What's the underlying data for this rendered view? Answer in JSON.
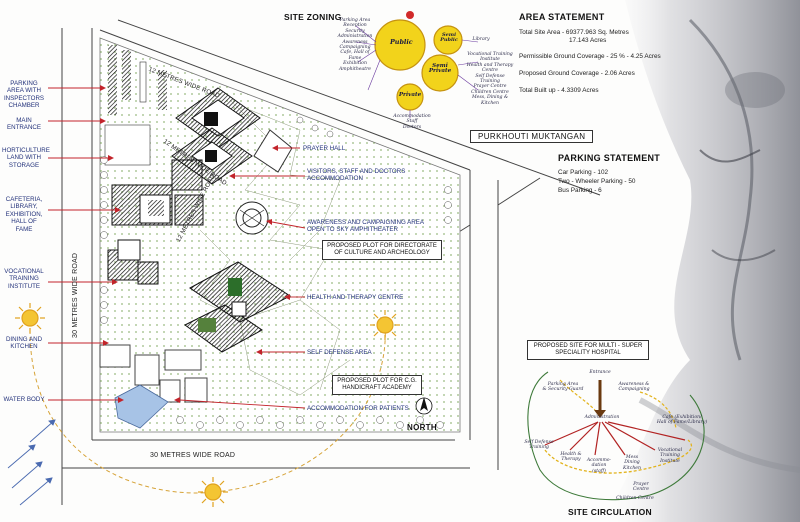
{
  "titles": {
    "site_zoning": "SITE ZONING",
    "area_statement": "AREA STATEMENT",
    "parking_statement": "PARKING STATEMENT",
    "site_circulation": "SITE CIRCULATION",
    "project_name": "PURKHOUTI MUKTANGAN",
    "north": "NORTH"
  },
  "area_statement": [
    "Total Site Area - 69377.963 Sq. Metres",
    "17.143 Acres",
    "Permissible Ground Coverage - 25 % - 4.25 Acres",
    "Proposed Ground Coverage - 2.06 Acres",
    "Total Built up - 4.3309 Acres"
  ],
  "parking_statement": [
    "Car Parking - 102",
    "Two - Wheeler Parking - 50",
    "Bus Parking - 6"
  ],
  "roads": {
    "top": "12 METRES WIDE ROAD",
    "inner1": "12 METRES WIDE ROAD",
    "inner2": "12 METRES WIDE ROAD",
    "left": "30 METRES WIDE ROAD",
    "bottom": "30 METRES WIDE ROAD"
  },
  "left_labels": [
    "PARKING AREA WITH INSPECTORS CHAMBER",
    "MAIN ENTRANCE",
    "HORTICULTURE LAND WITH STORAGE",
    "CAFETERIA, LIBRARY, EXHIBITION, HALL OF FAME",
    "VOCATIONAL TRAINING INSTITUTE",
    "DINING AND KITCHEN",
    "WATER BODY"
  ],
  "right_labels": [
    "PRAYER HALL",
    "VISITORS, STAFF AND DOCTORS ACCOMMODATION",
    "AWARENESS AND CAMPAIGNING AREA OPEN TO SKY AMPHITHEATER",
    "HEALTH AND THERAPY CENTRE",
    "SELF DEFENSE AREA",
    "ACCOMMODATION FOR PATIENTS"
  ],
  "plot_boxes": {
    "culture": "PROPOSED PLOT FOR DIRECTORATE OF CULTURE AND ARCHEOLOGY",
    "handicraft": "PROPOSED PLOT FOR C.G. HANDICRAFT ACADEMY",
    "hospital": "PROPOSED SITE FOR MULTI - SUPER SPECIALITY HOSPITAL"
  },
  "zoning": {
    "bubbles": [
      "Public",
      "Semi Public",
      "Semi Private",
      "Private"
    ],
    "public_items": "Parking Area\nReception\nSecurity\nAdministration\nAwareness\nCampaigning\nCafe, Hall of Fame\nExhibition\nAmphitheatre",
    "semi_items": "Vocational Training\nInstitute\nHealth and Therapy\nCentre\nSelf Defense Training\nPrayer Centre\nChildren Centre\nMess, Dining & Kitchen",
    "library": "Library",
    "private_items": "Accommodation\nStaff\nDoctors"
  },
  "circulation": {
    "entrance": "Entrance",
    "parking": "Parking Area\n& Security Guard",
    "awareness": "Awareness &\nCampaigning",
    "admin": "Administration",
    "cafe": "Cafe (Exhibition/\nHall of Fame/Library)",
    "self_defense": "Self Defense\nTraining",
    "health": "Health &\nTherapy",
    "accommodation": "Accommo-\ndation\n(staff)",
    "mess": "Mess\nDining\nKitchen",
    "vocational": "Vocational\nTraining\nInstitute",
    "prayer": "Prayer\nCentre",
    "children": "Children Centre"
  }
}
